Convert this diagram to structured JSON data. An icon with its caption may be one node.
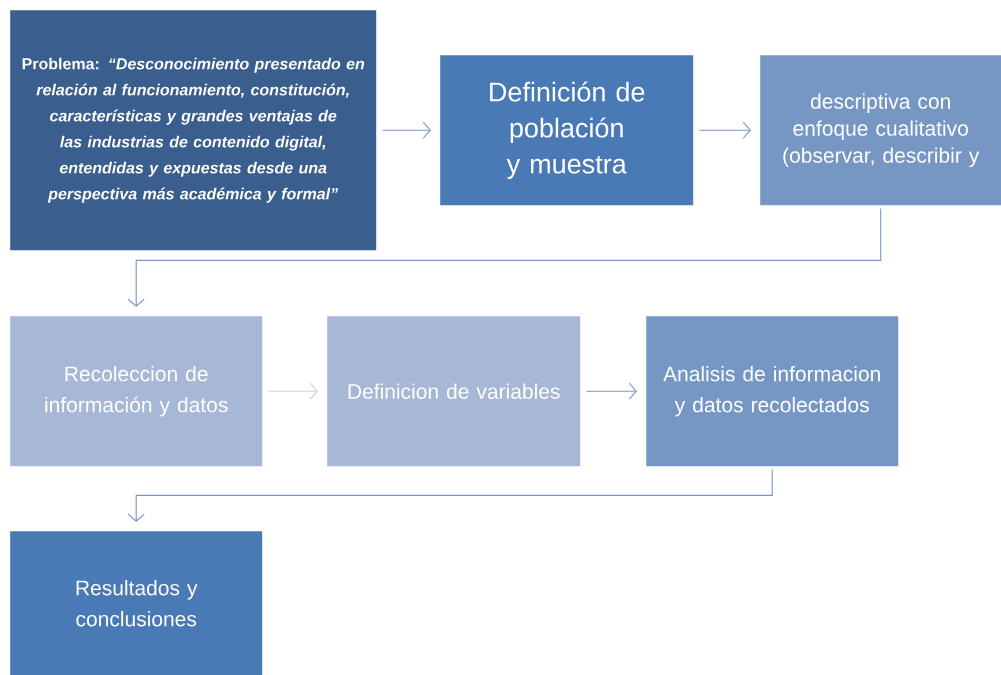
{
  "diagram": {
    "nodes": [
      {
        "text": [
          "Problema: *“Desconocimiento presentado en relación al funcionamiento, constitución, características y grandes ventajas de las industrias de contenido digital, entendidas y expuestas desde una perspectiva más académica y formal”*"
        ]
      },
      {
        "text": [
          "Definición de población y muestra"
        ]
      },
      {
        "text": [
          "descriptiva con enfoque cualitativo (observar, describir y"
        ]
      },
      {
        "text": [
          "Recoleccion de información y datos"
        ]
      },
      {
        "text": [
          "Definicion de variables"
        ]
      },
      {
        "text": [
          "Analisis de informacion y datos recolectados"
        ]
      },
      {
        "text": [
          "Resultados y conclusiones"
        ]
      }
    ],
    "edges": [
      {
        "from": 0,
        "to": 1,
        "arrow": "to"
      },
      {
        "from": 1,
        "to": 2,
        "arrow": "to"
      },
      {
        "from": 2,
        "to": 3,
        "arrow": "to"
      },
      {
        "from": 3,
        "to": 4,
        "arrow": "to",
        "color": "#c5d1e6"
      },
      {
        "from": 4,
        "to": 5,
        "arrow": "to"
      },
      {
        "from": 5,
        "to": 6,
        "arrow": "to"
      }
    ]
  }
}
